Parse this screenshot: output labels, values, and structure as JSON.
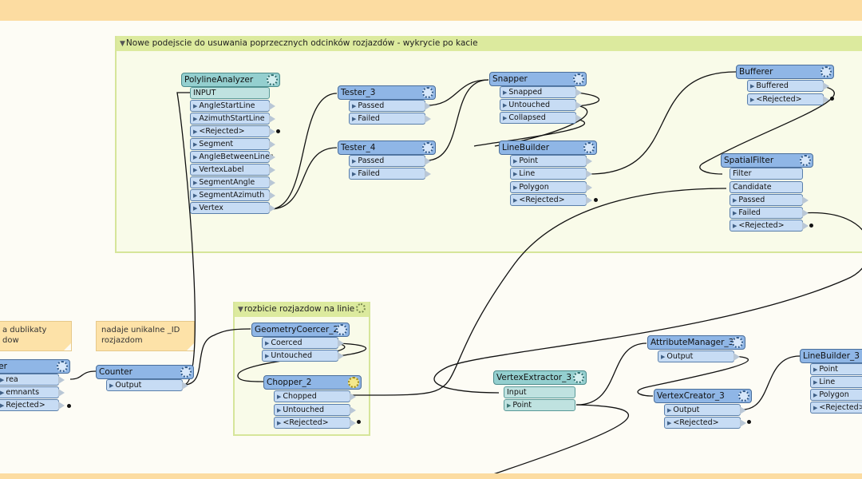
{
  "bookmarks": [
    {
      "title": "Nowe podejscie do usuwania poprzecznych odcinków rozjazdów - wykrycie po kacie"
    },
    {
      "title": "rozbicie rozjazdow na linie"
    }
  ],
  "notes": [
    {
      "text": "a dublikaty\ndow"
    },
    {
      "text": "nadaje unikalne _ID\nrozjazdom"
    }
  ],
  "transformers": [
    {
      "name": "PolylineAnalyzer",
      "ports": [
        "INPUT",
        "AngleStartLine",
        "AzimuthStartLine",
        "<Rejected>",
        "Segment",
        "AngleBetweenLines",
        "VertexLabel",
        "SegmentAngle",
        "SegmentAzimuth",
        "Vertex"
      ]
    },
    {
      "name": "Tester_3",
      "ports": [
        "Passed",
        "Failed"
      ]
    },
    {
      "name": "Tester_4",
      "ports": [
        "Passed",
        "Failed"
      ]
    },
    {
      "name": "Snapper",
      "ports": [
        "Snapped",
        "Untouched",
        "Collapsed"
      ]
    },
    {
      "name": "LineBuilder",
      "ports": [
        "Point",
        "Line",
        "Polygon",
        "<Rejected>"
      ]
    },
    {
      "name": "Bufferer",
      "ports": [
        "Buffered",
        "<Rejected>"
      ]
    },
    {
      "name": "SpatialFilter",
      "ports": [
        "Filter",
        "Candidate",
        "Passed",
        "Failed",
        "<Rejected>"
      ]
    },
    {
      "name": "ver",
      "ports": [
        "rea",
        "emnants",
        "Rejected>"
      ]
    },
    {
      "name": "Counter",
      "ports": [
        "Output"
      ]
    },
    {
      "name": "GeometryCoercer_2",
      "ports": [
        "Coerced",
        "Untouched"
      ]
    },
    {
      "name": "Chopper_2",
      "ports": [
        "Chopped",
        "Untouched",
        "<Rejected>"
      ]
    },
    {
      "name": "VertexExtractor_3",
      "ports": [
        "Input",
        "Point"
      ]
    },
    {
      "name": "AttributeManager_3",
      "ports": [
        "Output"
      ]
    },
    {
      "name": "VertexCreator_3",
      "ports": [
        "Output",
        "<Rejected>"
      ]
    },
    {
      "name": "LineBuilder_3",
      "ports": [
        "Point",
        "Line",
        "Polygon",
        "<Rejected>"
      ]
    }
  ],
  "colors": {
    "transformer": "#8fb6e6",
    "reader_teal": "#94cfcf",
    "bookmark": "#dcea9e",
    "note": "#fde2a8",
    "toolbar": "#fcdca1"
  }
}
